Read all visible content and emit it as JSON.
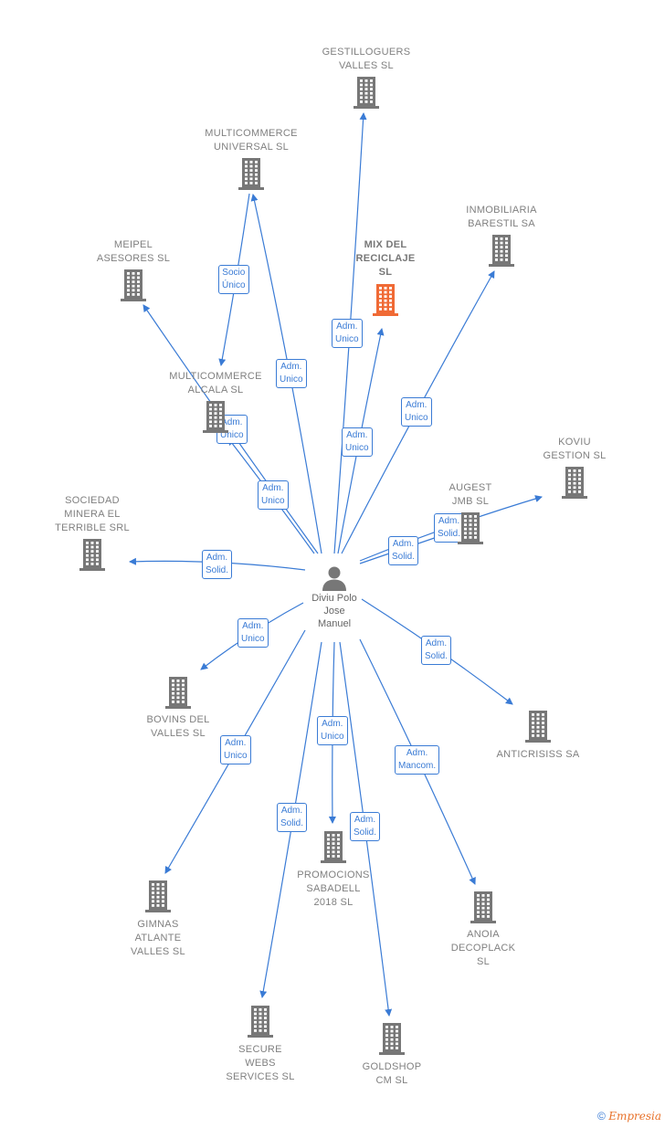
{
  "person": {
    "name": "Diviu Polo Jose Manuel",
    "lines": [
      "Diviu Polo",
      "Jose",
      "Manuel"
    ]
  },
  "nodes": [
    {
      "id": "gestilloguers",
      "lines": [
        "GESTILLOGUERS",
        "VALLES SL"
      ],
      "focus": false
    },
    {
      "id": "multicommerce-universal",
      "lines": [
        "MULTICOMMERCE",
        "UNIVERSAL SL"
      ],
      "focus": false
    },
    {
      "id": "inmobiliaria-barestil",
      "lines": [
        "INMOBILIARIA",
        "BARESTIL SA"
      ],
      "focus": false
    },
    {
      "id": "meipel",
      "lines": [
        "MEIPEL",
        "ASESORES SL"
      ],
      "focus": false
    },
    {
      "id": "mix-del-reciclaje",
      "lines": [
        "MIX DEL",
        "RECICLAJE",
        "SL"
      ],
      "focus": true
    },
    {
      "id": "multicommerce-alcala",
      "lines": [
        "MULTICOMMERCE",
        "ALCALA SL"
      ],
      "focus": false
    },
    {
      "id": "koviu-gestion",
      "lines": [
        "KOVIU",
        "GESTION SL"
      ],
      "focus": false
    },
    {
      "id": "augest-jmb",
      "lines": [
        "AUGEST",
        "JMB SL"
      ],
      "focus": false
    },
    {
      "id": "sociedad-minera",
      "lines": [
        "SOCIEDAD",
        "MINERA EL",
        "TERRIBLE SRL"
      ],
      "focus": false
    },
    {
      "id": "bovins-del-valles",
      "lines": [
        "BOVINS DEL",
        "VALLES SL"
      ],
      "focus": false
    },
    {
      "id": "anticrisiss",
      "lines": [
        "ANTICRISISS SA"
      ],
      "focus": false
    },
    {
      "id": "promocions-sabadell",
      "lines": [
        "PROMOCIONS",
        "SABADELL",
        "2018 SL"
      ],
      "focus": false
    },
    {
      "id": "gimnas-atlante",
      "lines": [
        "GIMNAS",
        "ATLANTE",
        "VALLES SL"
      ],
      "focus": false
    },
    {
      "id": "anoia-decoplack",
      "lines": [
        "ANOIA",
        "DECOPLACK",
        "SL"
      ],
      "focus": false
    },
    {
      "id": "secure-webs",
      "lines": [
        "SECURE",
        "WEBS",
        "SERVICES SL"
      ],
      "focus": false
    },
    {
      "id": "goldshop",
      "lines": [
        "GOLDSHOP",
        "CM SL"
      ],
      "focus": false
    }
  ],
  "edges": [
    {
      "from": "person",
      "to": "gestilloguers",
      "label": "Adm.\nUnico"
    },
    {
      "from": "person",
      "to": "multicommerce-universal",
      "label": "Adm.\nUnico"
    },
    {
      "from": "multicommerce-universal",
      "to": "multicommerce-alcala",
      "label": "Socio\nÚnico"
    },
    {
      "from": "person",
      "to": "inmobiliaria-barestil",
      "label": "Adm.\nUnico"
    },
    {
      "from": "person",
      "to": "meipel",
      "label": "Adm.\nUnico"
    },
    {
      "from": "person",
      "to": "mix-del-reciclaje",
      "label": "Adm.\nUnico"
    },
    {
      "from": "person",
      "to": "multicommerce-alcala",
      "label": "Adm.\nUnico"
    },
    {
      "from": "person",
      "to": "koviu-gestion",
      "label": "Adm.\nSolid."
    },
    {
      "from": "person",
      "to": "augest-jmb",
      "label": "Adm.\nSolid."
    },
    {
      "from": "person",
      "to": "sociedad-minera",
      "label": "Adm.\nSolid."
    },
    {
      "from": "person",
      "to": "bovins-del-valles",
      "label": "Adm.\nUnico"
    },
    {
      "from": "person",
      "to": "anticrisiss",
      "label": "Adm.\nSolid."
    },
    {
      "from": "person",
      "to": "promocions-sabadell",
      "label": "Adm.\nUnico"
    },
    {
      "from": "person",
      "to": "gimnas-atlante",
      "label": "Adm.\nUnico"
    },
    {
      "from": "person",
      "to": "anoia-decoplack",
      "label": "Adm.\nMancom."
    },
    {
      "from": "person",
      "to": "secure-webs",
      "label": "Adm.\nSolid."
    },
    {
      "from": "person",
      "to": "goldshop",
      "label": "Adm.\nSolid."
    }
  ],
  "colors": {
    "edge": "#3a7bd5",
    "building": "#777777",
    "focus_building": "#f06a35",
    "person": "#777777"
  },
  "footer": {
    "copyright": "©",
    "brand": "Empresia"
  }
}
